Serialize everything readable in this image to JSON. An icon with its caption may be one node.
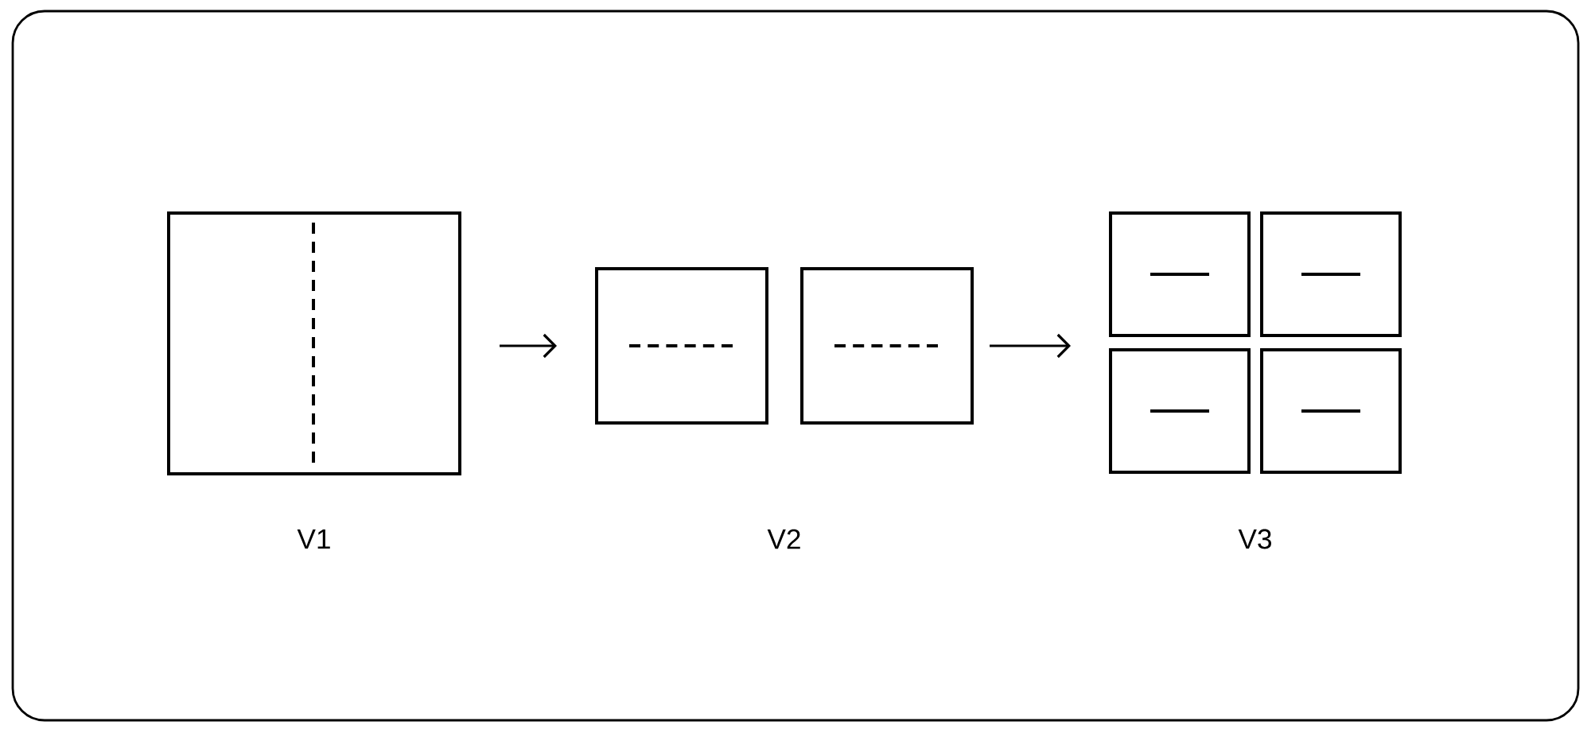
{
  "diagram": {
    "nodes": [
      {
        "text": [],
        "shape": "box"
      },
      {
        "text": [],
        "shape": "box"
      },
      {
        "text": [],
        "shape": "box"
      },
      {
        "text": [],
        "shape": "box"
      },
      {
        "text": [],
        "shape": "box"
      },
      {
        "text": [],
        "shape": "box"
      },
      {
        "text": [],
        "shape": "box"
      }
    ],
    "edges": [
      {
        "from": 0,
        "to": 1,
        "arrow": "to"
      },
      {
        "from": 2,
        "to": null,
        "arrow": "to"
      }
    ],
    "labels": [
      "V1",
      "V2",
      "V3"
    ]
  }
}
